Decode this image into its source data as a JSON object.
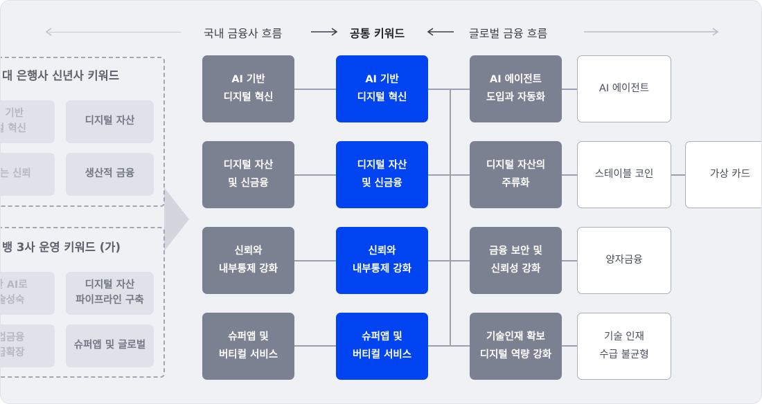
{
  "header": {
    "domestic_flow": "국내 금융사 흐름",
    "common_keywords": "공통 키워드",
    "global_flow": "글로벌 금융 흐름"
  },
  "left_panel": {
    "group1": {
      "title": "대 은행사 신년사 키워드",
      "items": [
        "I 기반\n털 혁신",
        "디지털 자산",
        "없는 신뢰",
        "생산적 금융"
      ]
    },
    "group2": {
      "title": "뱅 3사 운영 키워드 (가)",
      "items": [
        "한 AI로\n술성숙",
        "디지털 자산\n파이프라인 구축",
        "업금융\n급확장",
        "슈퍼앱 및 글로벌"
      ]
    }
  },
  "columns": {
    "domestic": [
      "AI 기반\n디지털 혁신",
      "디지털 자산\n및 신금융",
      "신뢰와\n내부통제 강화",
      "슈퍼앱 및\n버티컬 서비스"
    ],
    "common": [
      "AI 기반\n디지털 혁신",
      "디지털 자산\n및 신금융",
      "신뢰와\n내부통제 강화",
      "슈퍼앱 및\n버티컬 서비스"
    ],
    "global": [
      "AI 에이전트\n도입과 자동화",
      "디지털 자산의\n주류화",
      "금융 보안 및\n신뢰성 강화",
      "기술인재 확보\n디지털 역량 강화"
    ],
    "global_detail": [
      "AI 에이전트",
      "스테이블 코인",
      "양자금융",
      "기술 인재\n수급 불균형"
    ],
    "extra": [
      "가상 카드"
    ]
  },
  "colors": {
    "domestic_box": "#7c8191",
    "common_box": "#0043f0",
    "global_box": "#7c8191",
    "outline_box_border": "#a9aeb8",
    "background": "#eff1f5"
  },
  "icons": [
    "arrow-left-icon",
    "arrow-right-icon",
    "chevron-right-icon"
  ]
}
